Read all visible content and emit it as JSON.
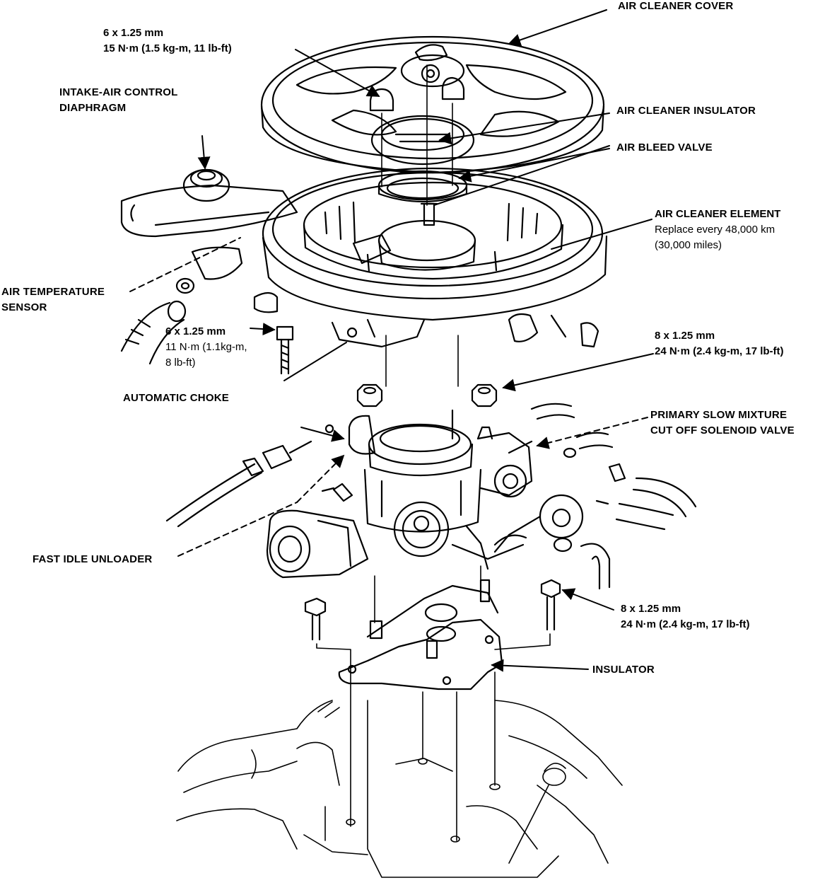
{
  "labels": {
    "air_cleaner_cover": "AIR CLEANER COVER",
    "bolt_top_size": "6 x 1.25 mm",
    "bolt_top_torque": "15 N·m (1.5 kg-m, 11 lb-ft)",
    "intake_air_control_1": "INTAKE-AIR CONTROL",
    "intake_air_control_2": "DIAPHRAGM",
    "air_cleaner_insulator": "AIR CLEANER INSULATOR",
    "air_bleed_valve": "AIR BLEED VALVE",
    "air_cleaner_element": "AIR CLEANER ELEMENT",
    "element_replace_1": "Replace every 48,000 km",
    "element_replace_2": "(30,000 miles)",
    "air_temp_sensor_1": "AIR TEMPERATURE",
    "air_temp_sensor_2": "SENSOR",
    "bolt_mid_size": "6 x 1.25 mm",
    "bolt_mid_torque_1": "11 N·m (1.1kg-m,",
    "bolt_mid_torque_2": "8 lb-ft)",
    "nut_right_size": "8 x 1.25 mm",
    "nut_right_torque": "24 N·m (2.4 kg-m, 17 lb-ft)",
    "automatic_choke": "AUTOMATIC CHOKE",
    "primary_slow_1": "PRIMARY SLOW MIXTURE",
    "primary_slow_2": "CUT OFF SOLENOID VALVE",
    "fast_idle_unloader": "FAST IDLE UNLOADER",
    "bolt_low_size": "8 x 1.25 mm",
    "bolt_low_torque": "24 N·m (2.4 kg-m, 17 lb-ft)",
    "insulator": "INSULATOR"
  }
}
